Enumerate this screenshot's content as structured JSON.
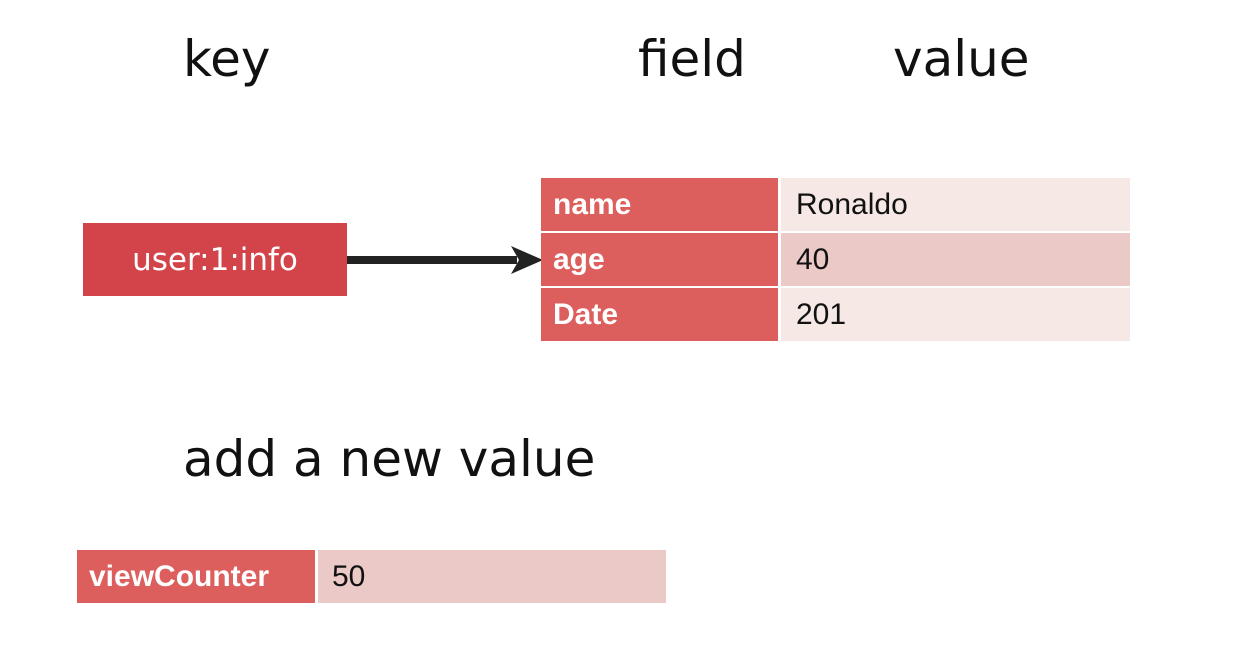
{
  "headings": {
    "key": "key",
    "field": "field",
    "value": "value",
    "add_new": "add a new value"
  },
  "key": {
    "label": "user:1:info"
  },
  "hash": {
    "rows": [
      {
        "field": "name",
        "value": "Ronaldo"
      },
      {
        "field": "age",
        "value": "40"
      },
      {
        "field": "Date",
        "value": "201"
      }
    ]
  },
  "new_entry": {
    "field": "viewCounter",
    "value": "50"
  },
  "colors": {
    "key_box": "#d3444a",
    "field_cell": "#dc5f5d",
    "value_cell_light": "#f6e8e4",
    "value_cell_mid": "#ebc9c6",
    "arrow": "#222222",
    "background": "#ffffff"
  }
}
